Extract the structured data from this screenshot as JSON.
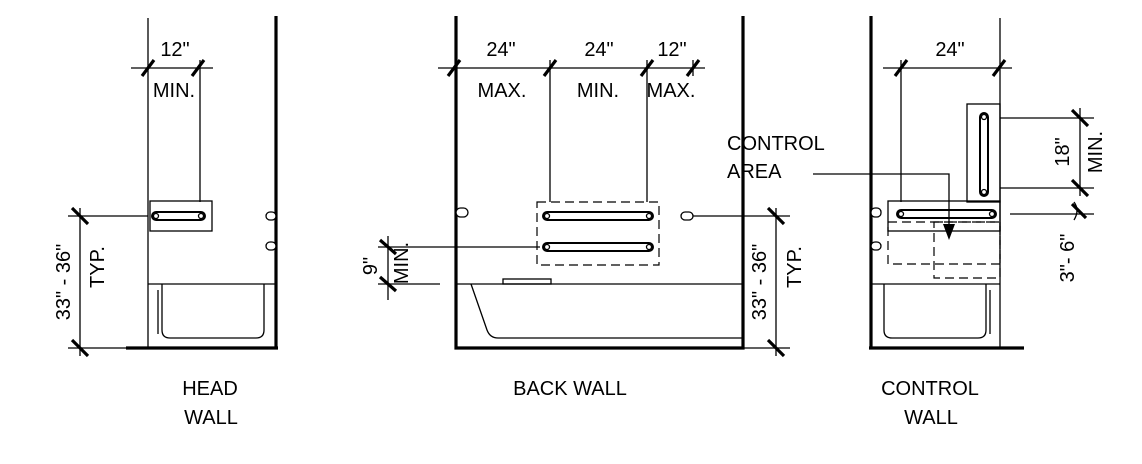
{
  "head_wall": {
    "title_line1": "HEAD",
    "title_line2": "WALL",
    "dim_width": "12\"",
    "dim_width_note": "MIN.",
    "dim_height": "33\" - 36\"",
    "dim_height_note": "TYP."
  },
  "back_wall": {
    "title": "BACK WALL",
    "dim_left": "24\"",
    "dim_left_note": "MAX.",
    "dim_mid": "24\"",
    "dim_mid_note": "MIN.",
    "dim_right": "12\"",
    "dim_right_note": "MAX.",
    "dim_spacing": "9\"",
    "dim_spacing_note": "MIN.",
    "dim_height": "33\" - 36\"",
    "dim_height_note": "TYP."
  },
  "control_wall": {
    "title_line1": "CONTROL",
    "title_line2": "WALL",
    "dim_width": "24\"",
    "dim_vertical": "18\"",
    "dim_vertical_note": "MIN.",
    "dim_offset": "3\"- 6\"",
    "control_area_line1": "CONTROL",
    "control_area_line2": "AREA"
  }
}
